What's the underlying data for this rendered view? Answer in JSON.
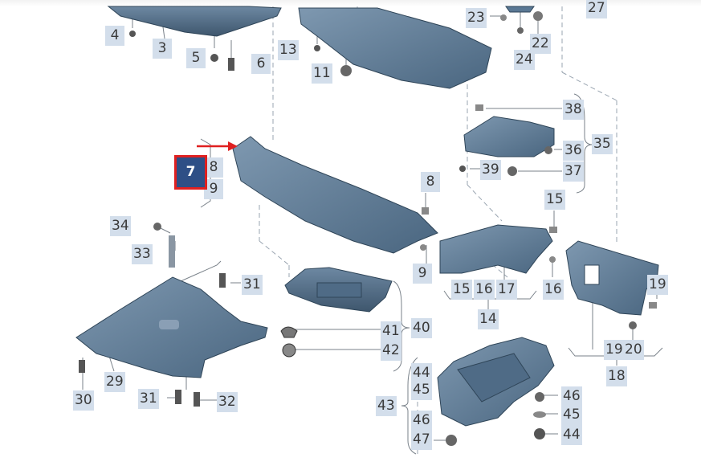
{
  "diagram": {
    "highlighted_label": "7",
    "colors": {
      "label_bg": "#d3deeb",
      "label_text": "#3a3a3a",
      "highlight_bg": "#2e4f86",
      "highlight_border": "#e02020",
      "arrow": "#e02020",
      "part_fill": "#5a7894",
      "part_dark": "#3e566d",
      "leader_line": "#9aa5b1"
    },
    "labels": [
      "4",
      "3",
      "5",
      "6",
      "13",
      "11",
      "23",
      "22",
      "24",
      "27",
      "38",
      "36",
      "35",
      "39",
      "37",
      "8",
      "8",
      "9",
      "15",
      "34",
      "33",
      "31",
      "9",
      "15",
      "16",
      "17",
      "16",
      "14",
      "19",
      "40",
      "41",
      "42",
      "29",
      "30",
      "31",
      "32",
      "44",
      "45",
      "43",
      "46",
      "47",
      "46",
      "45",
      "44",
      "19",
      "20",
      "18"
    ]
  }
}
